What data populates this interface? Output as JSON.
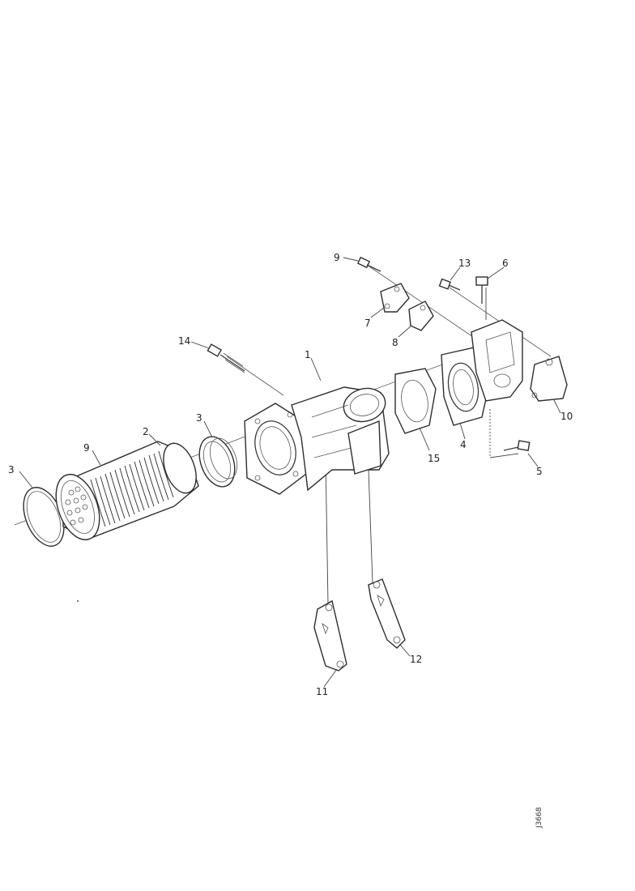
{
  "diagram": {
    "reference_code": "J3668",
    "callouts": {
      "c1": "1",
      "c2": "2",
      "c3a": "3",
      "c3b": "3",
      "c4": "4",
      "c5": "5",
      "c6": "6",
      "c7": "7",
      "c8": "8",
      "c9a": "9",
      "c9b": "9",
      "c10": "10",
      "c11": "11",
      "c12": "12",
      "c13": "13",
      "c14": "14",
      "c15": "15"
    }
  }
}
